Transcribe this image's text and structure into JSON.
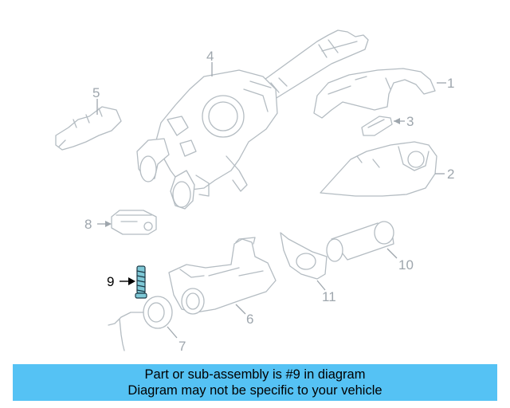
{
  "diagram": {
    "callouts": [
      {
        "id": "1",
        "label": "1"
      },
      {
        "id": "2",
        "label": "2"
      },
      {
        "id": "3",
        "label": "3"
      },
      {
        "id": "4",
        "label": "4"
      },
      {
        "id": "5",
        "label": "5"
      },
      {
        "id": "6",
        "label": "6"
      },
      {
        "id": "7",
        "label": "7"
      },
      {
        "id": "8",
        "label": "8"
      },
      {
        "id": "9",
        "label": "9"
      },
      {
        "id": "10",
        "label": "10"
      },
      {
        "id": "11",
        "label": "11"
      }
    ],
    "highlighted_part": "9",
    "highlight_color": "#7ec8d6",
    "line_color": "#b4bcc2"
  },
  "banner": {
    "line1": "Part or sub-assembly is #9 in diagram",
    "line2": "Diagram may not be specific to your vehicle",
    "background": "#55c2f4"
  }
}
